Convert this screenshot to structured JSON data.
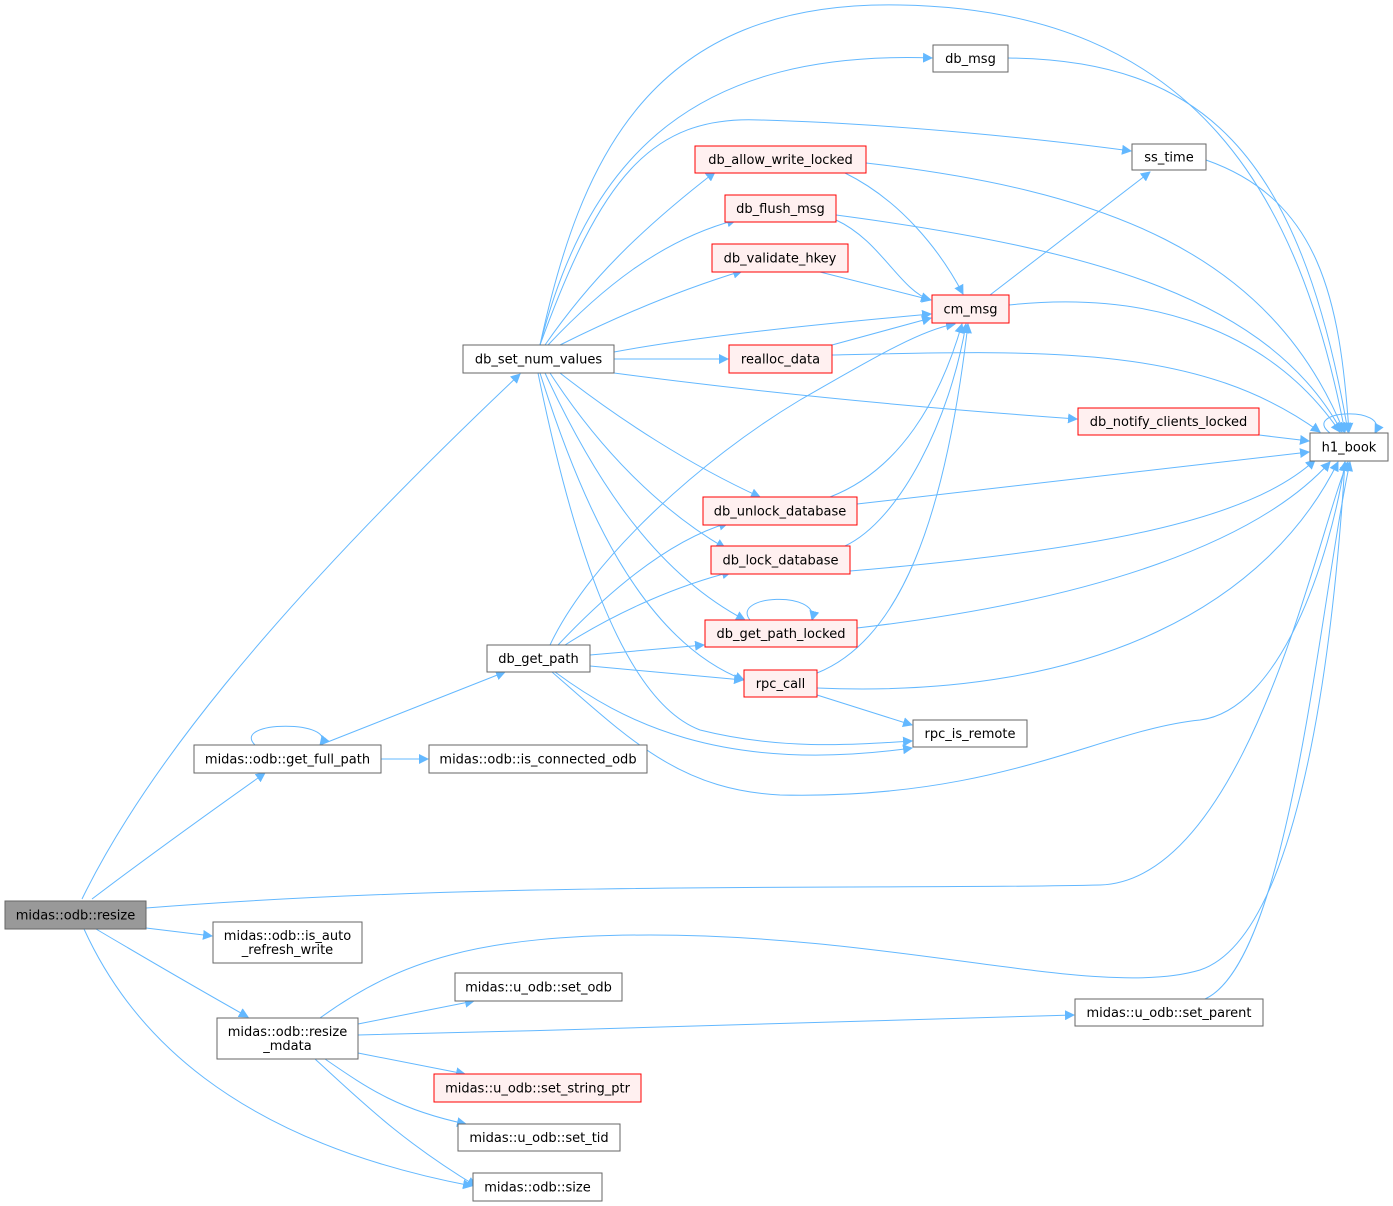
{
  "colors": {
    "edge": "#63b8ff",
    "root_fill": "#999999",
    "root_stroke": "#666666",
    "normal_fill": "#ffffff",
    "normal_stroke": "#666666",
    "red_fill": "#fff0f0",
    "red_stroke": "#ff0000"
  },
  "nodes": [
    {
      "id": "resize",
      "style": "root",
      "lines": [
        "midas::odb::resize"
      ]
    },
    {
      "id": "db_set_num_values",
      "style": "normal",
      "lines": [
        "db_set_num_values"
      ]
    },
    {
      "id": "db_msg",
      "style": "normal",
      "lines": [
        "db_msg"
      ]
    },
    {
      "id": "ss_time",
      "style": "normal",
      "lines": [
        "ss_time"
      ]
    },
    {
      "id": "db_allow_write_locked",
      "style": "red",
      "lines": [
        "db_allow_write_locked"
      ]
    },
    {
      "id": "db_flush_msg",
      "style": "red",
      "lines": [
        "db_flush_msg"
      ]
    },
    {
      "id": "db_validate_hkey",
      "style": "red",
      "lines": [
        "db_validate_hkey"
      ]
    },
    {
      "id": "cm_msg",
      "style": "red",
      "lines": [
        "cm_msg"
      ]
    },
    {
      "id": "realloc_data",
      "style": "red",
      "lines": [
        "realloc_data"
      ]
    },
    {
      "id": "db_notify_clients_locked",
      "style": "red",
      "lines": [
        "db_notify_clients_locked"
      ]
    },
    {
      "id": "h1_book",
      "style": "normal",
      "lines": [
        "h1_book"
      ]
    },
    {
      "id": "db_unlock_database",
      "style": "red",
      "lines": [
        "db_unlock_database"
      ]
    },
    {
      "id": "db_lock_database",
      "style": "red",
      "lines": [
        "db_lock_database"
      ]
    },
    {
      "id": "db_get_path_locked",
      "style": "red",
      "lines": [
        "db_get_path_locked"
      ]
    },
    {
      "id": "db_get_path",
      "style": "normal",
      "lines": [
        "db_get_path"
      ]
    },
    {
      "id": "rpc_call",
      "style": "red",
      "lines": [
        "rpc_call"
      ]
    },
    {
      "id": "rpc_is_remote",
      "style": "normal",
      "lines": [
        "rpc_is_remote"
      ]
    },
    {
      "id": "get_full_path",
      "style": "normal",
      "lines": [
        "midas::odb::get_full_path"
      ]
    },
    {
      "id": "is_connected_odb",
      "style": "normal",
      "lines": [
        "midas::odb::is_connected_odb"
      ]
    },
    {
      "id": "is_auto_refresh_write",
      "style": "normal",
      "lines": [
        "midas::odb::is_auto",
        "_refresh_write"
      ]
    },
    {
      "id": "resize_mdata",
      "style": "normal",
      "lines": [
        "midas::odb::resize",
        "_mdata"
      ]
    },
    {
      "id": "set_odb",
      "style": "normal",
      "lines": [
        "midas::u_odb::set_odb"
      ]
    },
    {
      "id": "set_parent",
      "style": "normal",
      "lines": [
        "midas::u_odb::set_parent"
      ]
    },
    {
      "id": "set_string_ptr",
      "style": "red",
      "lines": [
        "midas::u_odb::set_string_ptr"
      ]
    },
    {
      "id": "set_tid",
      "style": "normal",
      "lines": [
        "midas::u_odb::set_tid"
      ]
    },
    {
      "id": "size",
      "style": "normal",
      "lines": [
        "midas::odb::size"
      ]
    }
  ],
  "edges": [
    {
      "from": "resize",
      "to": "db_set_num_values"
    },
    {
      "from": "resize",
      "to": "get_full_path"
    },
    {
      "from": "resize",
      "to": "h1_book"
    },
    {
      "from": "resize",
      "to": "is_auto_refresh_write"
    },
    {
      "from": "resize",
      "to": "resize_mdata"
    },
    {
      "from": "resize",
      "to": "size"
    },
    {
      "from": "db_set_num_values",
      "to": "db_msg"
    },
    {
      "from": "db_set_num_values",
      "to": "ss_time"
    },
    {
      "from": "db_set_num_values",
      "to": "db_allow_write_locked"
    },
    {
      "from": "db_set_num_values",
      "to": "db_flush_msg"
    },
    {
      "from": "db_set_num_values",
      "to": "db_validate_hkey"
    },
    {
      "from": "db_set_num_values",
      "to": "cm_msg"
    },
    {
      "from": "db_set_num_values",
      "to": "realloc_data"
    },
    {
      "from": "db_set_num_values",
      "to": "db_notify_clients_locked"
    },
    {
      "from": "db_set_num_values",
      "to": "db_unlock_database"
    },
    {
      "from": "db_set_num_values",
      "to": "db_lock_database"
    },
    {
      "from": "db_set_num_values",
      "to": "db_get_path_locked"
    },
    {
      "from": "db_set_num_values",
      "to": "rpc_call"
    },
    {
      "from": "db_set_num_values",
      "to": "rpc_is_remote"
    },
    {
      "from": "db_set_num_values",
      "to": "h1_book"
    },
    {
      "from": "db_msg",
      "to": "h1_book"
    },
    {
      "from": "ss_time",
      "to": "h1_book"
    },
    {
      "from": "db_allow_write_locked",
      "to": "cm_msg"
    },
    {
      "from": "db_allow_write_locked",
      "to": "h1_book"
    },
    {
      "from": "db_flush_msg",
      "to": "cm_msg"
    },
    {
      "from": "db_flush_msg",
      "to": "h1_book"
    },
    {
      "from": "db_validate_hkey",
      "to": "cm_msg"
    },
    {
      "from": "cm_msg",
      "to": "ss_time"
    },
    {
      "from": "cm_msg",
      "to": "h1_book"
    },
    {
      "from": "realloc_data",
      "to": "cm_msg"
    },
    {
      "from": "realloc_data",
      "to": "h1_book"
    },
    {
      "from": "db_notify_clients_locked",
      "to": "h1_book"
    },
    {
      "from": "h1_book",
      "to": "h1_book"
    },
    {
      "from": "db_unlock_database",
      "to": "cm_msg"
    },
    {
      "from": "db_unlock_database",
      "to": "h1_book"
    },
    {
      "from": "db_lock_database",
      "to": "cm_msg"
    },
    {
      "from": "db_lock_database",
      "to": "h1_book"
    },
    {
      "from": "db_get_path_locked",
      "to": "db_get_path_locked"
    },
    {
      "from": "db_get_path_locked",
      "to": "h1_book"
    },
    {
      "from": "db_get_path",
      "to": "cm_msg"
    },
    {
      "from": "db_get_path",
      "to": "db_unlock_database"
    },
    {
      "from": "db_get_path",
      "to": "db_lock_database"
    },
    {
      "from": "db_get_path",
      "to": "db_get_path_locked"
    },
    {
      "from": "db_get_path",
      "to": "rpc_call"
    },
    {
      "from": "db_get_path",
      "to": "rpc_is_remote"
    },
    {
      "from": "db_get_path",
      "to": "h1_book"
    },
    {
      "from": "rpc_call",
      "to": "cm_msg"
    },
    {
      "from": "rpc_call",
      "to": "rpc_is_remote"
    },
    {
      "from": "rpc_call",
      "to": "h1_book"
    },
    {
      "from": "get_full_path",
      "to": "get_full_path"
    },
    {
      "from": "get_full_path",
      "to": "db_get_path"
    },
    {
      "from": "get_full_path",
      "to": "is_connected_odb"
    },
    {
      "from": "resize_mdata",
      "to": "set_odb"
    },
    {
      "from": "resize_mdata",
      "to": "set_parent"
    },
    {
      "from": "resize_mdata",
      "to": "set_string_ptr"
    },
    {
      "from": "resize_mdata",
      "to": "set_tid"
    },
    {
      "from": "resize_mdata",
      "to": "size"
    },
    {
      "from": "resize_mdata",
      "to": "h1_book"
    },
    {
      "from": "set_parent",
      "to": "h1_book"
    }
  ]
}
